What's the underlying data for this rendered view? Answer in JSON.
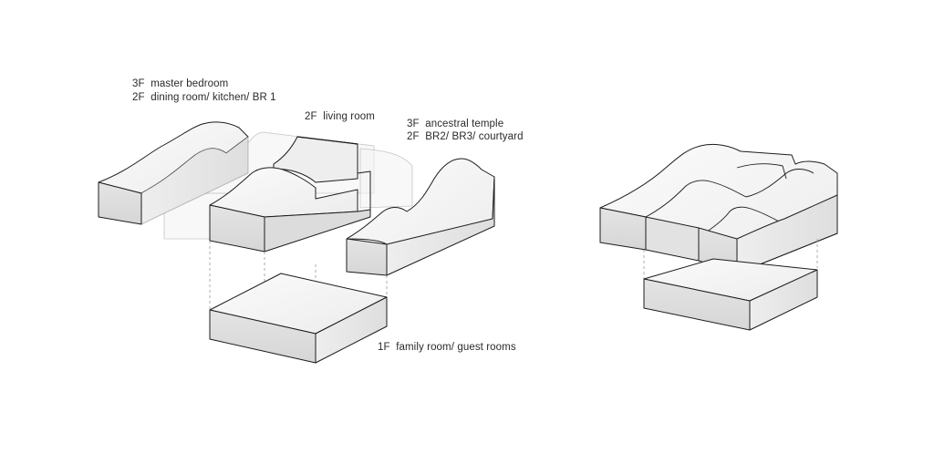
{
  "labels": {
    "block_a_line1": "3F  master bedroom",
    "block_a_line2": "2F  dining room/ kitchen/ BR 1",
    "block_b": "2F  living room",
    "block_c_line1": "3F  ancestral temple",
    "block_c_line2": "2F  BR2/ BR3/ courtyard",
    "base": "1F  family room/ guest rooms"
  },
  "colors": {
    "outline": "#1c1c1c",
    "face_light": "#f7f7f7",
    "face_mid": "#e9e9e9",
    "face_dark": "#d9d9d9",
    "ghost": "#c8c8c8",
    "text": "#2a2a2a"
  }
}
